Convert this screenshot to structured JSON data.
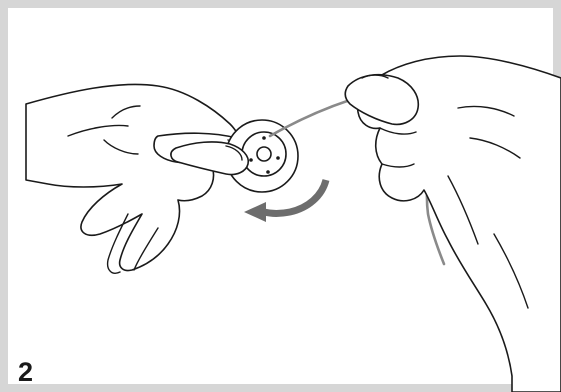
{
  "figure": {
    "step_number": "2"
  },
  "colors": {
    "frame_border": "#d6d6d6",
    "line_art": "#1a1a1a",
    "thread": "#8a8a8a",
    "rotation_arrow": "#6d6d6d"
  },
  "icons": [
    "left-hand",
    "right-hand",
    "bobbin",
    "thread",
    "rotation-arrow-icon"
  ]
}
